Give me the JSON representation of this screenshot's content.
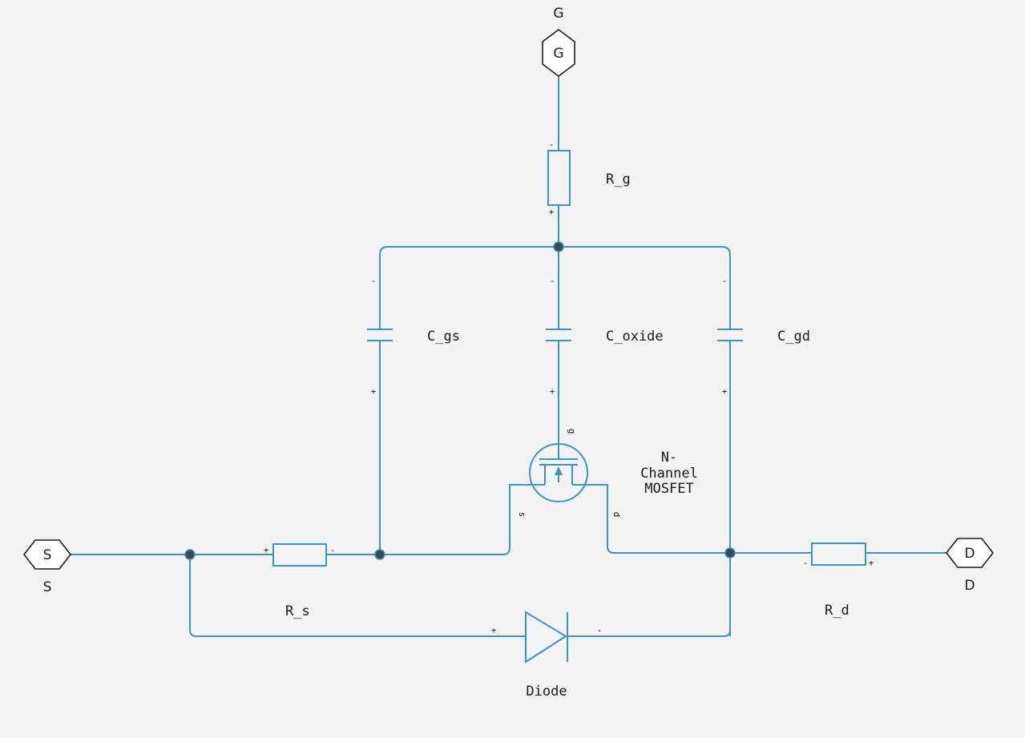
{
  "ports": {
    "gate": {
      "symbol": "G",
      "label": "G"
    },
    "source": {
      "symbol": "S",
      "label": "S"
    },
    "drain": {
      "symbol": "D",
      "label": "D"
    }
  },
  "components": {
    "r_g": {
      "label": "R_g",
      "minus": "-",
      "plus": "+"
    },
    "c_gs": {
      "label": "C_gs",
      "minus": "-",
      "plus": "+"
    },
    "c_oxide": {
      "label": "C_oxide",
      "minus": "-",
      "plus": "+"
    },
    "c_gd": {
      "label": "C_gd",
      "minus": "-",
      "plus": "+"
    },
    "mosfet": {
      "label_lines": [
        "N-",
        "Channel",
        "MOSFET"
      ],
      "pin_g": "g",
      "pin_s": "s",
      "pin_d": "d"
    },
    "r_s": {
      "label": "R_s",
      "plus": "+",
      "minus": "-"
    },
    "r_d": {
      "label": "R_d",
      "minus": "-",
      "plus": "+"
    },
    "diode": {
      "label": "Diode",
      "plus": "+",
      "minus": "-"
    }
  },
  "colors": {
    "wire": "#3a93c9",
    "node": "#3d4a54",
    "port_stroke": "#1a1a1a",
    "background": "#f3f3f3"
  }
}
